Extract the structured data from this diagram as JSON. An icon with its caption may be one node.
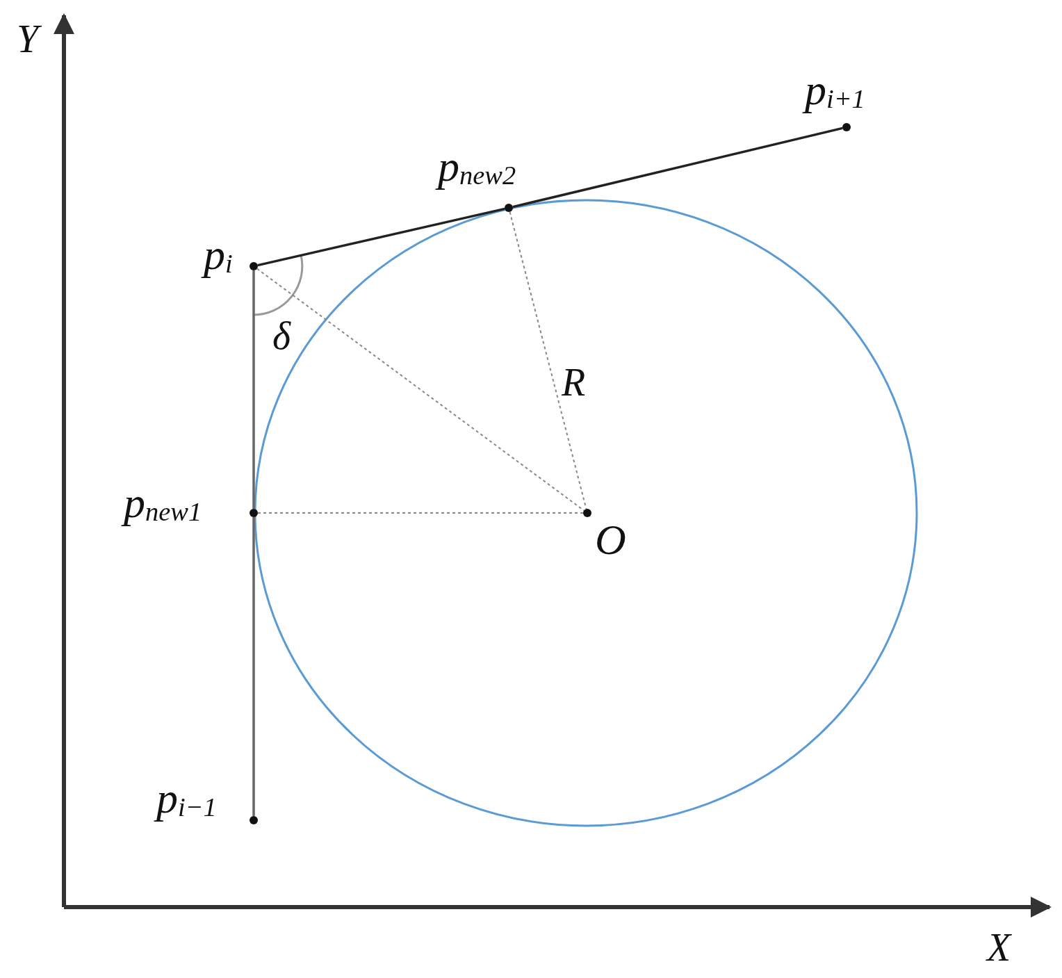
{
  "diagram": {
    "nodes": [
      {
        "text": [
          "p$_{i+1}$"
        ]
      },
      {
        "text": [
          "p$_{new2}$"
        ]
      },
      {
        "text": [
          "p$_{i}$"
        ]
      },
      {
        "text": [
          "p$_{new1}$"
        ]
      },
      {
        "text": [
          "O"
        ]
      },
      {
        "text": [
          "p$_{i−1}$"
        ]
      }
    ],
    "edges": [
      {
        "from": 2,
        "to": 1,
        "arrow": "none",
        "color": "#222222"
      },
      {
        "from": 1,
        "to": 0,
        "arrow": "none",
        "color": "#222222"
      },
      {
        "from": 5,
        "to": 3,
        "arrow": "none",
        "color": "#666666"
      },
      {
        "from": 3,
        "to": 2,
        "arrow": "none",
        "color": "#666666"
      },
      {
        "from": 2,
        "to": 4,
        "arrow": "none",
        "style": "dashed",
        "color": "#888888"
      },
      {
        "from": 1,
        "to": 4,
        "arrow": "none",
        "style": "dashed",
        "color": "#888888",
        "label": "R"
      },
      {
        "from": 3,
        "to": 4,
        "arrow": "none",
        "style": "dashed",
        "color": "#888888"
      }
    ],
    "labels": [
      "Y",
      "δ",
      "X"
    ]
  }
}
